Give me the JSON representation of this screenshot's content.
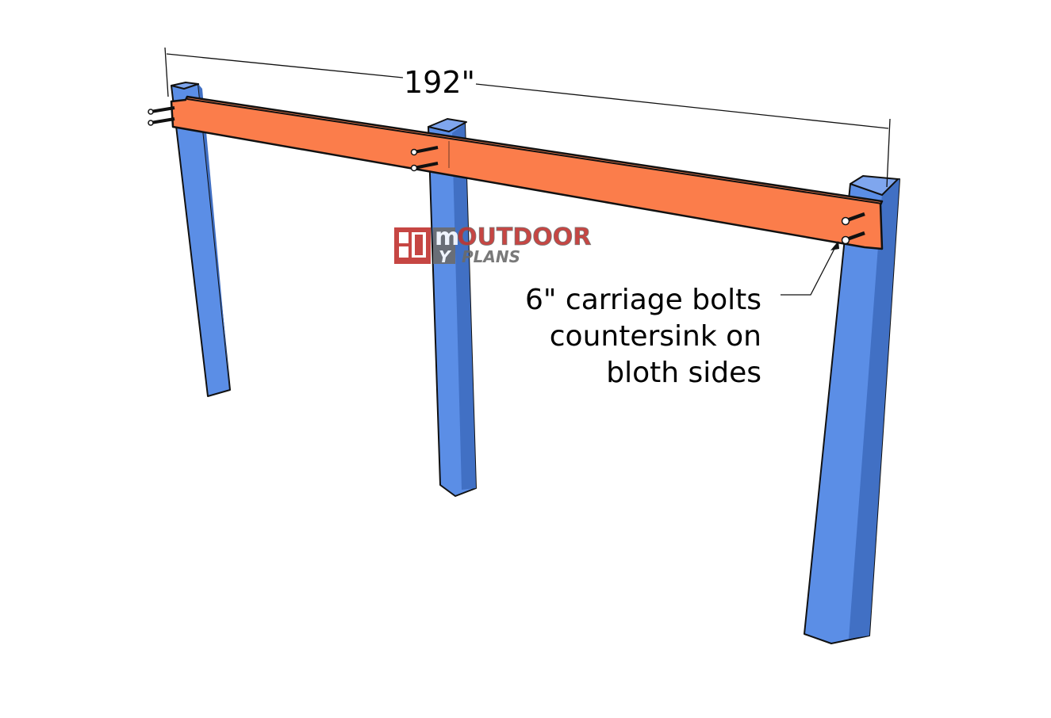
{
  "dimension": {
    "label": "192\""
  },
  "annotation": {
    "lines": [
      "6\" carriage bolts",
      "countersink on",
      "bloth sides"
    ]
  },
  "logo": {
    "word_1": "OUTDOOR",
    "word_2": "PLANS",
    "letter_m": "m",
    "letter_y": "Y",
    "colors": {
      "red": "#c0332f",
      "gray": "#6b6b6b"
    }
  },
  "colors": {
    "post": "#5b8ee6",
    "post_side": "#4170c4",
    "post_top": "#7fa6ee",
    "beam": "#fb7d4b",
    "outline": "#111111",
    "bolt": "#111111"
  }
}
